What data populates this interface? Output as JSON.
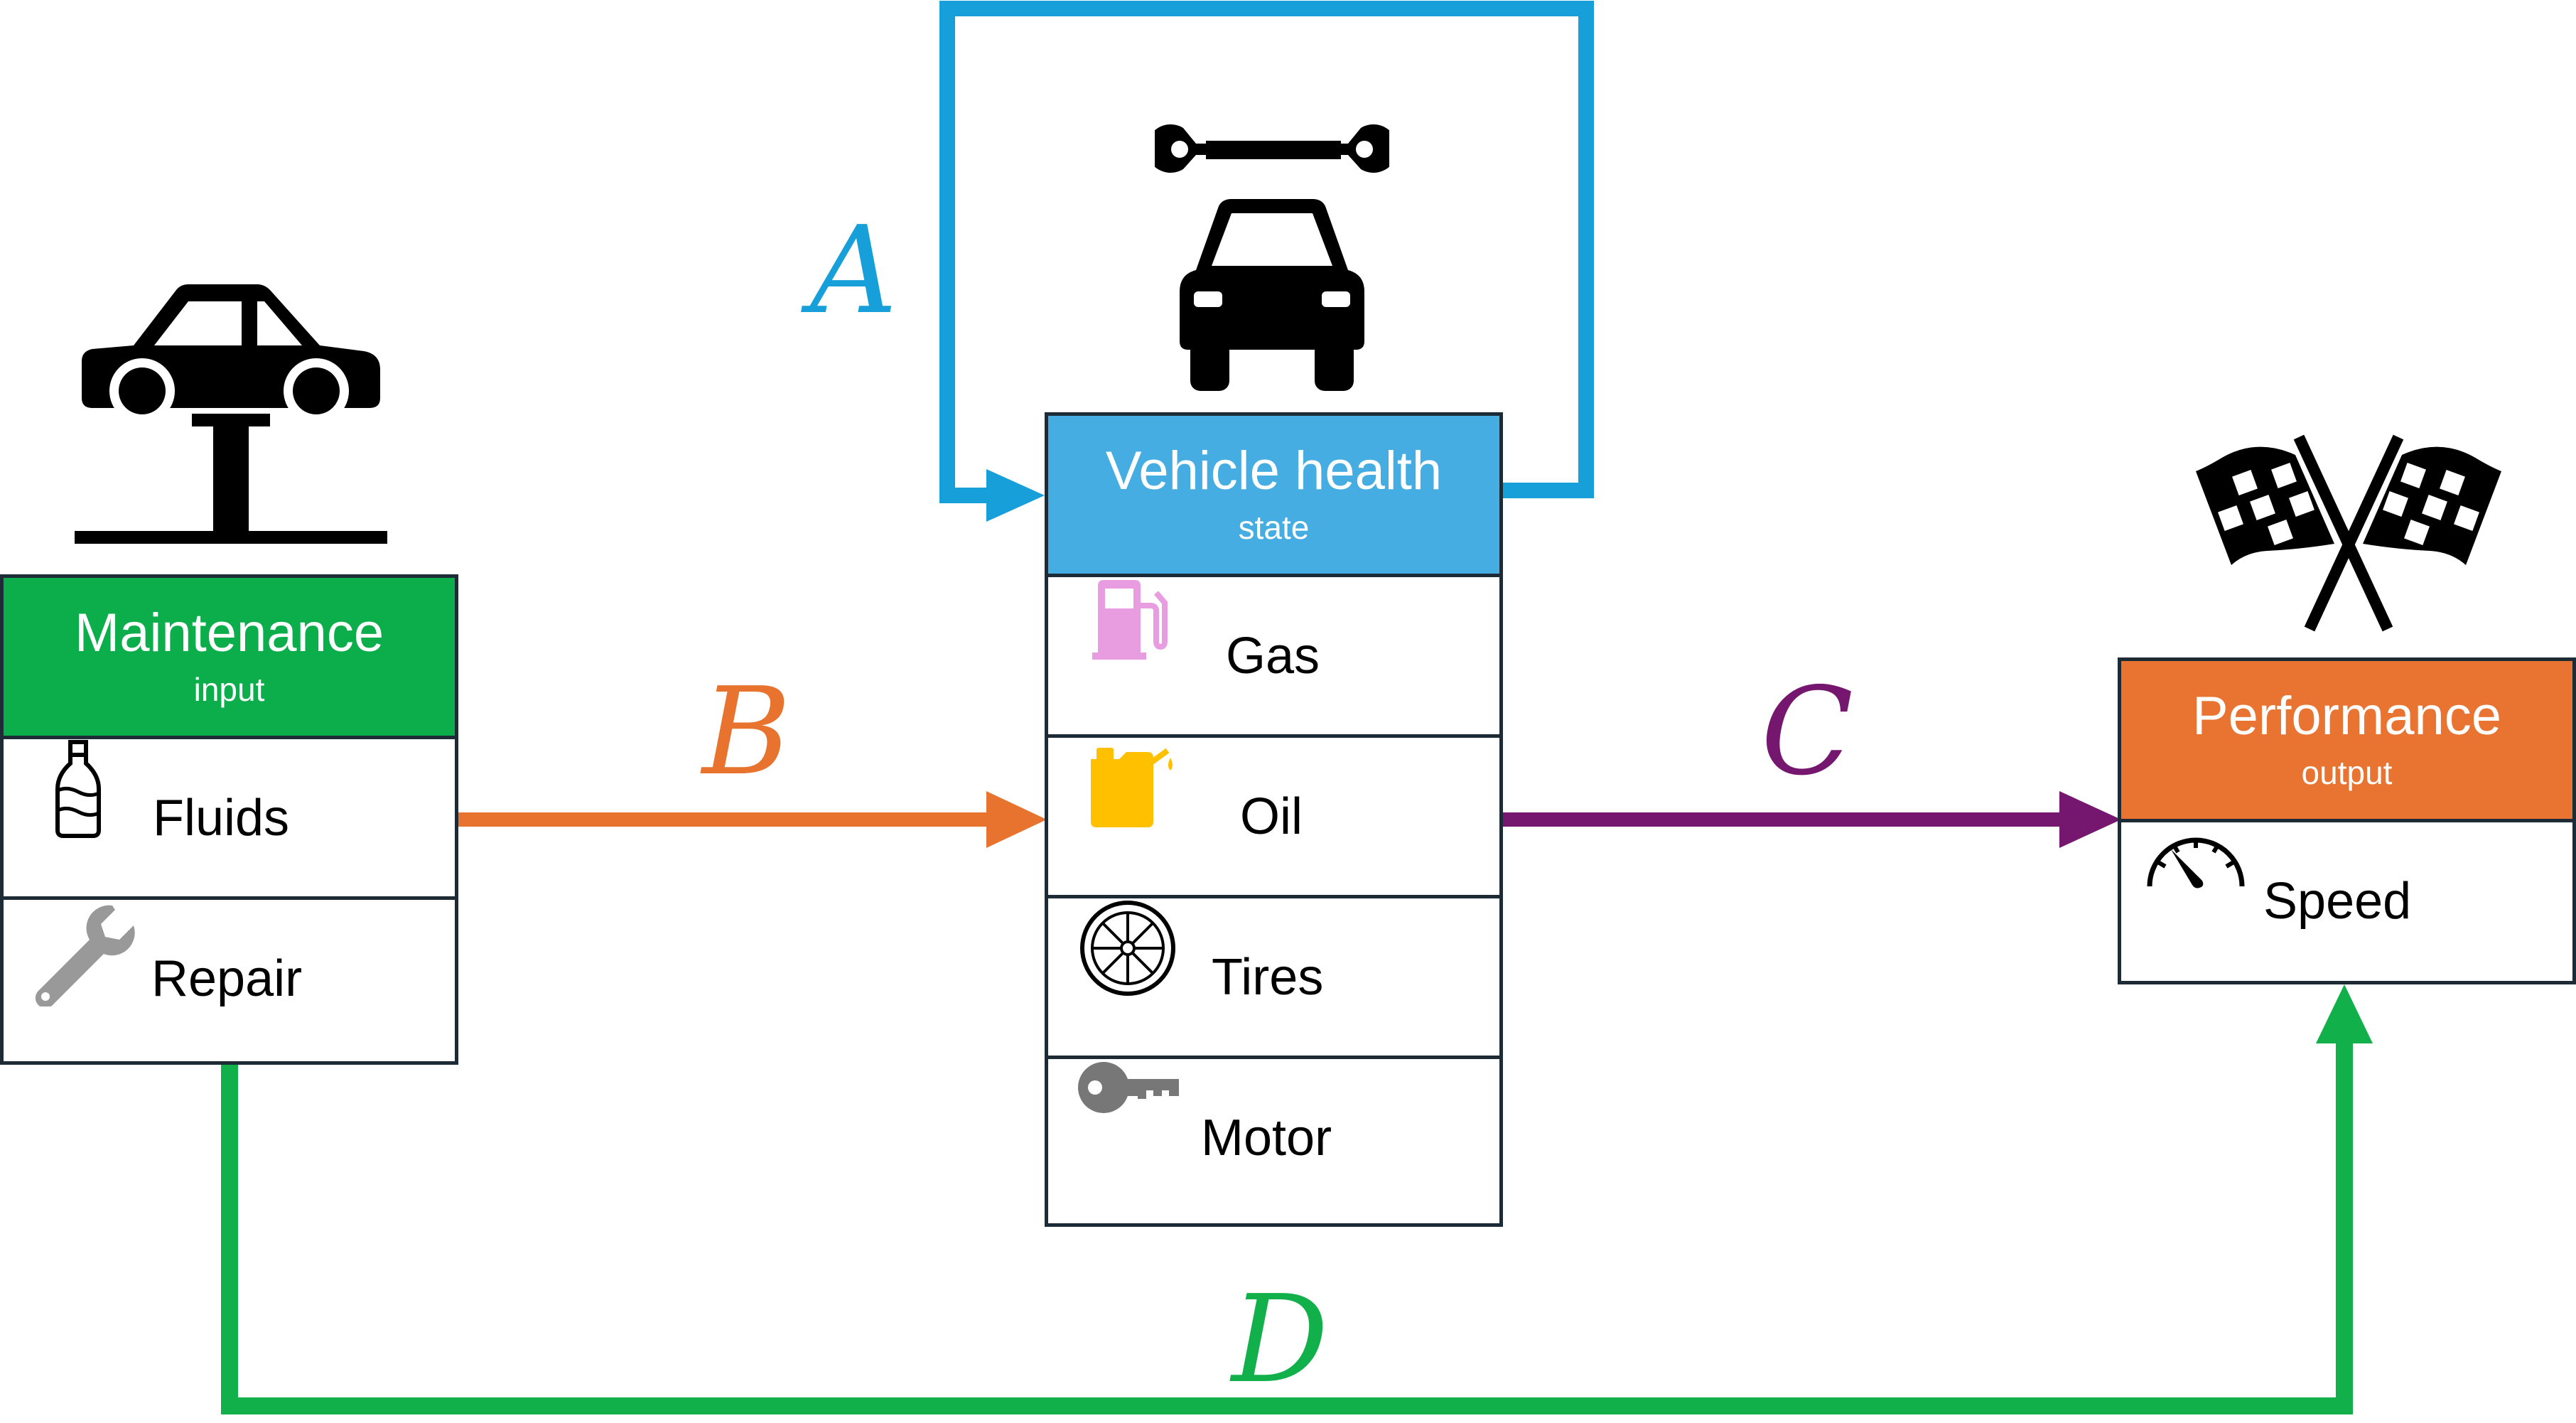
{
  "colors": {
    "maintenance": "#0bae4a",
    "vehicle_health": "#45ade2",
    "performance": "#e97331",
    "arrow_a": "#169fd9",
    "arrow_b": "#e8732e",
    "arrow_c": "#75166f",
    "arrow_d": "#12b04b",
    "border": "#1d2b36"
  },
  "maintenance": {
    "title": "Maintenance",
    "subtitle": "input",
    "icon": "car-lift-icon",
    "items": [
      {
        "label": "Fluids",
        "icon": "bottle-icon"
      },
      {
        "label": "Repair",
        "icon": "wrench-icon"
      }
    ]
  },
  "vehicle_health": {
    "title": "Vehicle health",
    "subtitle": "state",
    "icon": "car-service-icon",
    "items": [
      {
        "label": "Gas",
        "icon": "gas-pump-icon"
      },
      {
        "label": "Oil",
        "icon": "oil-can-icon"
      },
      {
        "label": "Tires",
        "icon": "tire-icon"
      },
      {
        "label": "Motor",
        "icon": "key-icon"
      }
    ]
  },
  "performance": {
    "title": "Performance",
    "subtitle": "output",
    "icon": "checkered-flags-icon",
    "items": [
      {
        "label": "Speed",
        "icon": "speedometer-icon"
      }
    ]
  },
  "arrows": {
    "a": "A",
    "b": "B",
    "c": "C",
    "d": "D"
  }
}
